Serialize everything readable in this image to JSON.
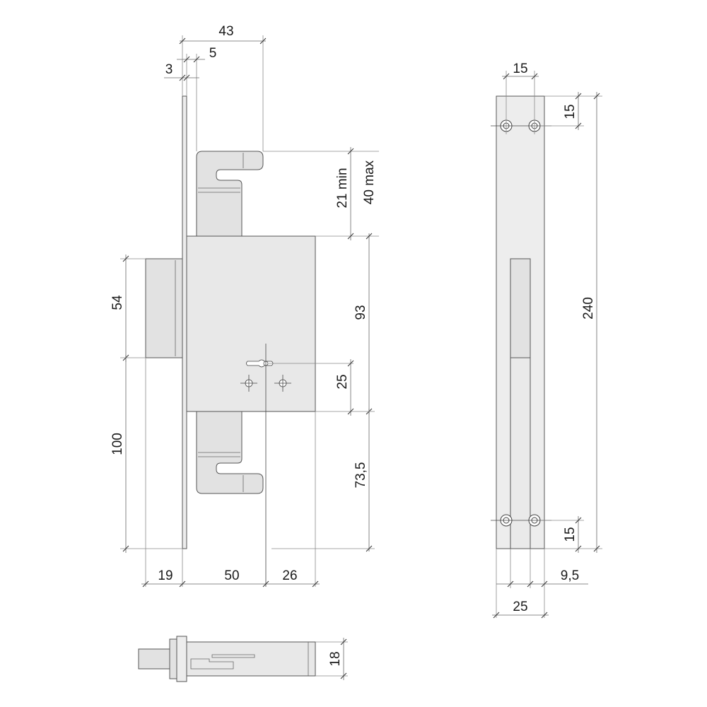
{
  "lock_front_dims": {
    "top_total": "43",
    "top_offset": "5",
    "faceplate": "3",
    "hook_range_min": "21 min",
    "hook_range_max": "40 max",
    "case_height": "93",
    "key_offset": "25",
    "lower_hook": "73,5",
    "left_upper": "54",
    "left_lower": "100",
    "bottom_left": "19",
    "bottom_backset": "50",
    "bottom_right": "26"
  },
  "strike_plate_dims": {
    "hole_spacing": "15",
    "top_hole_offset": "15",
    "total_length": "240",
    "bottom_hole_offset": "15",
    "edge_offset": "9,5",
    "width": "25"
  },
  "bolt_view_dims": {
    "height": "18"
  }
}
